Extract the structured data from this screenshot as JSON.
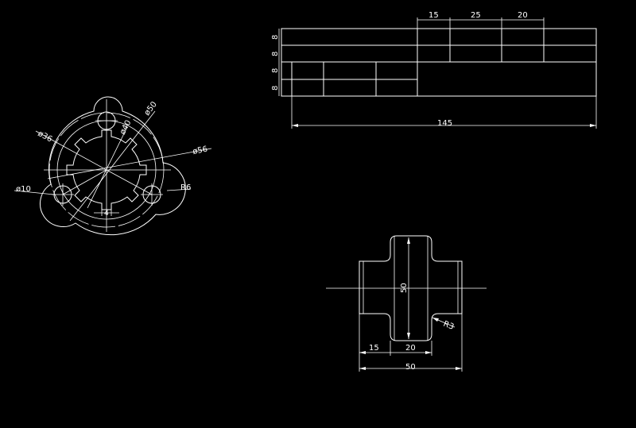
{
  "drawing": {
    "background": "#000000",
    "line_color": "#ffffff",
    "front_view": {
      "dims": {
        "d36": "ø36",
        "d50": "ø50",
        "d40": "ø40",
        "d56": "ø56",
        "d10": "ø10",
        "r6": "R6",
        "w4": "4"
      }
    },
    "top_view": {
      "dims": {
        "h1": "8",
        "h2": "8",
        "h3": "8",
        "h4": "8",
        "w15": "15",
        "w25": "25",
        "w20": "20",
        "total": "145"
      }
    },
    "side_view": {
      "dims": {
        "h50": "50",
        "r3": "R3",
        "w15": "15",
        "w20": "20",
        "total": "50"
      }
    }
  }
}
